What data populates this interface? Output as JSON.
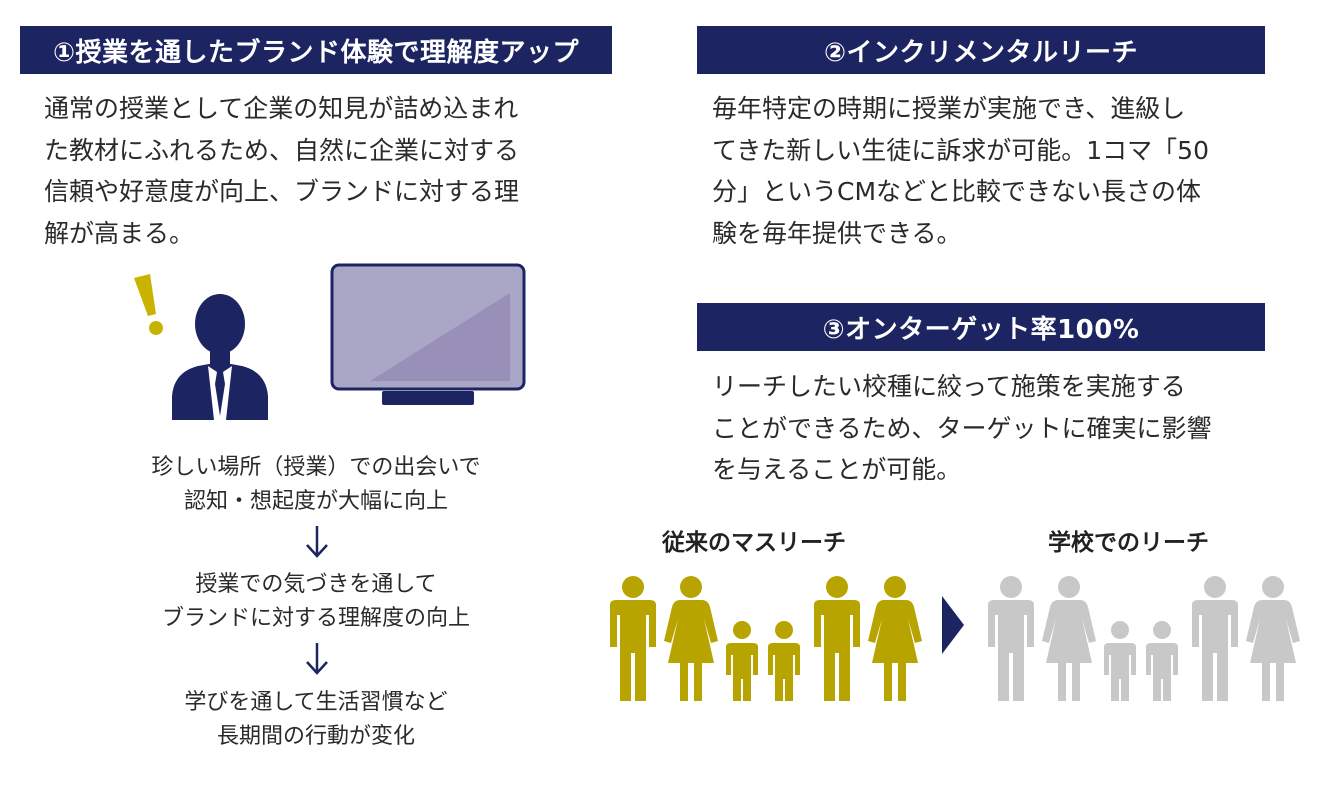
{
  "section1": {
    "title": "①授業を通したブランド体験で理解度アップ",
    "body_lines": [
      "通常の授業として企業の知見が詰め込まれ",
      "た教材にふれるため、自然に企業に対する",
      "信頼や好意度が向上、ブランドに対する理",
      "解が高まる。"
    ],
    "steps": [
      {
        "lines": [
          "珍しい場所（授業）での出会いで",
          "認知・想起度が大幅に向上"
        ]
      },
      {
        "lines": [
          "授業での気づきを通して",
          "ブランドに対する理解度の向上"
        ]
      },
      {
        "lines": [
          "学びを通して生活習慣など",
          "長期間の行動が変化"
        ]
      }
    ],
    "icons": {
      "person": "person-silhouette-icon",
      "exclamation": "exclamation-icon",
      "screen": "monitor-screen-icon"
    }
  },
  "section2": {
    "title": "②インクリメンタルリーチ",
    "body_lines": [
      "毎年特定の時期に授業が実施でき、進級し",
      "てきた新しい生徒に訴求が可能。1コマ「50",
      "分」というCMなどと比較できない長さの体",
      "験を毎年提供できる。"
    ]
  },
  "section3": {
    "title": "③オンターゲット率100%",
    "body_lines": [
      "リーチしたい校種に絞って施策を実施する",
      "ことができるため、ターゲットに確実に影響",
      "を与えることが可能。"
    ]
  },
  "reach_compare": {
    "left_label": "従来のマスリーチ",
    "right_label": "学校でのリーチ",
    "family_sequence": [
      "man",
      "woman",
      "child",
      "child",
      "man",
      "woman"
    ],
    "left_color": "#b8a400",
    "right_color": "#c8c8c8",
    "arrow_icon": "triangle-right-icon"
  },
  "colors": {
    "header_bg": "#1c2462",
    "navy": "#1c2462",
    "screen_fill": "#aaa6c6",
    "screen_inner": "#9890b8"
  }
}
